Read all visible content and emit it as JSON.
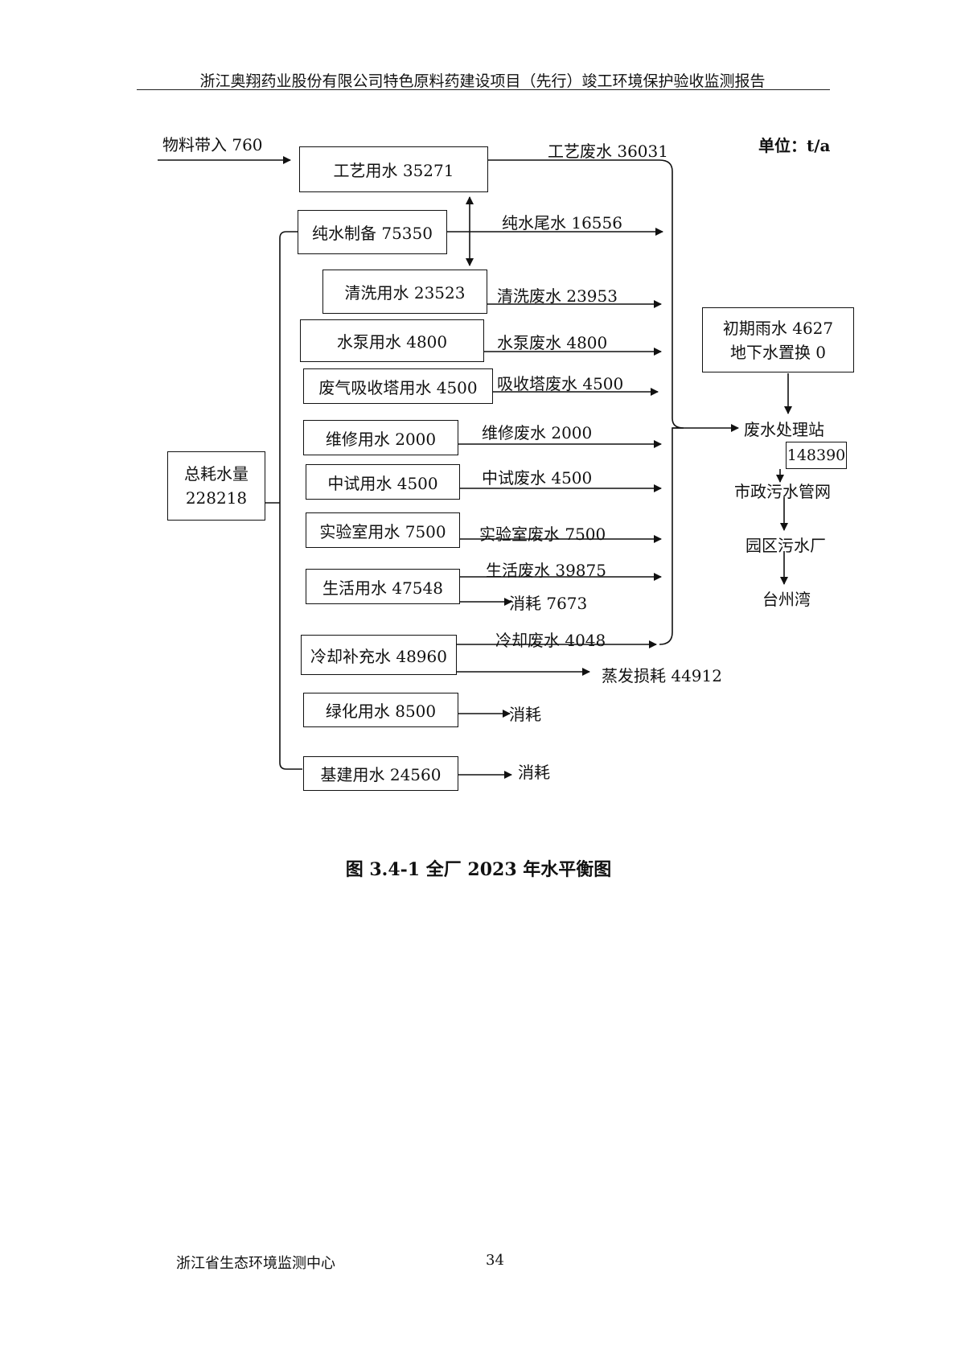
{
  "header": {
    "title": "浙江奥翔药业股份有限公司特色原料药建设项目（先行）竣工环境保护验收监测报告"
  },
  "diagram": {
    "unit": "单位：t/a",
    "inputs": {
      "material": "物料带入 760"
    },
    "total": {
      "line1": "总耗水量",
      "line2": "228218"
    },
    "boxes": {
      "process": "工艺用水 35271",
      "pure": "纯水制备 75350",
      "clean": "清洗用水 23523",
      "pump": "水泵用水 4800",
      "gas": "废气吸收塔用水 4500",
      "repair": "维修用水 2000",
      "pilot": "中试用水 4500",
      "lab": "实验室用水 7500",
      "life": "生活用水 47548",
      "cool": "冷却补充水 48960",
      "green": "绿化用水 8500",
      "build": "基建用水 24560",
      "rain_1": "初期雨水 4627",
      "rain_2": "地下水置换 0",
      "station_value": "148390"
    },
    "labels": {
      "process_out": "工艺废水 36031",
      "pure_out": "纯水尾水 16556",
      "clean_out": "清洗废水 23953",
      "pump_out": "水泵废水 4800",
      "gas_out": "吸收塔废水 4500",
      "repair_out": "维修废水 2000",
      "pilot_out": "中试废水 4500",
      "lab_out": "实验室废水 7500",
      "life_out": "生活废水 39875",
      "life_loss": "消耗 7673",
      "cool_out": "冷却废水 4048",
      "cool_loss": "蒸发损耗 44912",
      "green_loss": "消耗",
      "build_loss": "消耗",
      "station": "废水处理站",
      "sewer": "市政污水管网",
      "plant": "园区污水厂",
      "bay": "台州湾"
    }
  },
  "caption": "图 3.4-1  全厂 2023 年水平衡图",
  "footer": {
    "org": "浙江省生态环境监测中心",
    "page": "34"
  }
}
